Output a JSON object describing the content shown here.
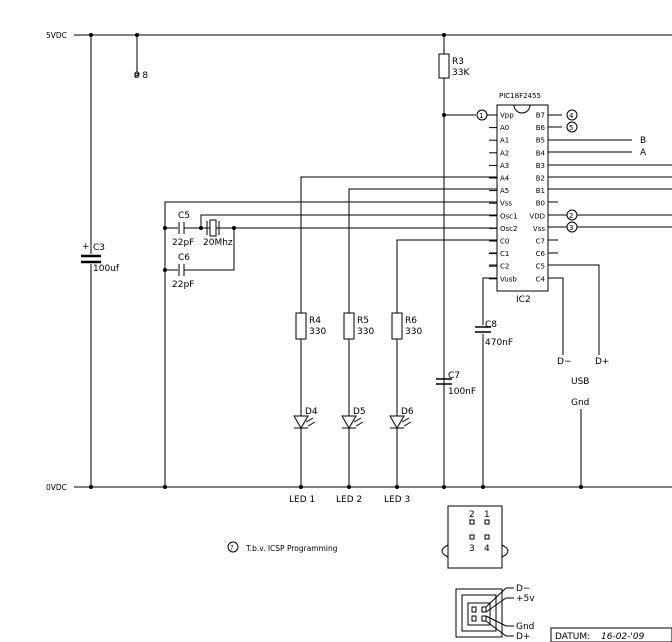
{
  "rails": {
    "vdd_label": "5VDC",
    "gnd_label": "0VDC"
  },
  "pin8_label": "ø 8",
  "ic": {
    "part": "PIC18F2455",
    "designator": "IC2",
    "left_pins": [
      "Vpp",
      "A0",
      "A1",
      "A2",
      "A3",
      "A4",
      "A5",
      "Vss",
      "Osc1",
      "Osc2",
      "C0",
      "C1",
      "C2",
      "Vusb"
    ],
    "right_pins": [
      "B7",
      "B6",
      "B5",
      "B4",
      "B3",
      "B2",
      "B1",
      "B0",
      "VDD",
      "Vss",
      "C7",
      "C6",
      "C5",
      "C4"
    ]
  },
  "components": {
    "r3": {
      "ref": "R3",
      "value": "33K"
    },
    "c3": {
      "ref": "C3",
      "value": "100uf",
      "polarity": "+"
    },
    "c5": {
      "ref": "C5",
      "value": "22pF"
    },
    "c6": {
      "ref": "C6",
      "value": "22pF"
    },
    "xtal": {
      "value": "20Mhz"
    },
    "c7": {
      "ref": "C7",
      "value": "100nF"
    },
    "c8": {
      "ref": "C8",
      "value": "470nF"
    },
    "r4": {
      "ref": "R4",
      "value": "330"
    },
    "r5": {
      "ref": "R5",
      "value": "330"
    },
    "r6": {
      "ref": "R6",
      "value": "330"
    },
    "d4": {
      "ref": "D4"
    },
    "d5": {
      "ref": "D5"
    },
    "d6": {
      "ref": "D6"
    }
  },
  "markers": {
    "m1": "1",
    "m2": "2",
    "m3": "3",
    "m4": "4",
    "m5": "5",
    "note_num": "?"
  },
  "net_labels": {
    "b5": "B",
    "b4": "A",
    "usb_dminus": "D−",
    "usb_dplus": "D+",
    "usb": "USB",
    "gnd": "Gnd"
  },
  "led_labels": [
    "LED 1",
    "LED 2",
    "LED 3"
  ],
  "icsp_note": "T.b.v. ICSP Programming",
  "header": {
    "pins": [
      "2",
      "1",
      "3",
      "4"
    ]
  },
  "usb_connector": {
    "labels": [
      "D−",
      "+5v",
      "Gnd",
      "D+"
    ]
  },
  "datum": {
    "label": "DATUM:",
    "value": "16-02-'09"
  }
}
